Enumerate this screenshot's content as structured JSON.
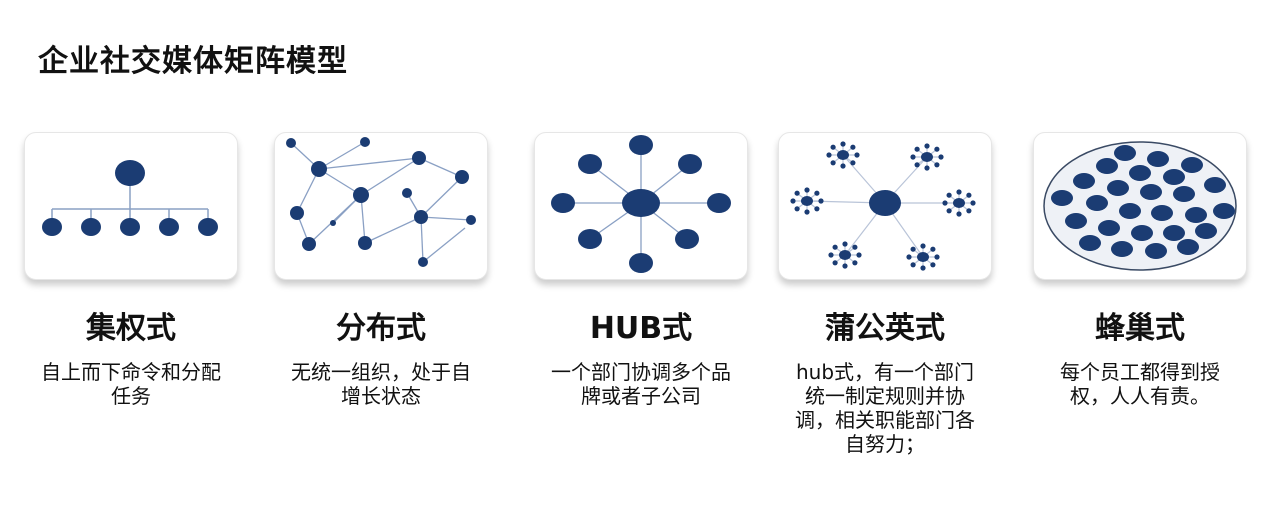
{
  "page_title": "企业社交媒体矩阵模型",
  "colors": {
    "node": "#1b3c73",
    "edge": "#8aa0c4",
    "accent_edge": "#b9c4d8"
  },
  "models": [
    {
      "name": "集权式",
      "desc": "自上而下命令和分配任务",
      "icon": "hierarchy-diagram-icon"
    },
    {
      "name": "分布式",
      "desc": "无统一组织，处于自增长状态",
      "icon": "distributed-network-icon"
    },
    {
      "name": "HUB式",
      "desc": "一个部门协调多个品牌或者子公司",
      "icon": "hub-star-icon"
    },
    {
      "name": "蒲公英式",
      "desc": "hub式，有一个部门统一制定规则并协调，相关职能部门各自努力；",
      "icon": "dandelion-network-icon"
    },
    {
      "name": "蜂巢式",
      "desc": "每个员工都得到授权，人人有责。",
      "icon": "honeycomb-cluster-icon"
    }
  ]
}
